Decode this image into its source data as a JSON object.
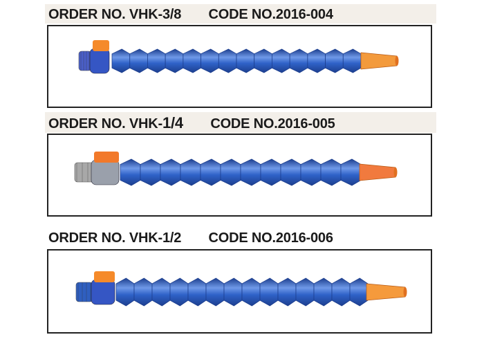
{
  "items": [
    {
      "order_label": "ORDER NO. VHK-",
      "order_size": "3/8",
      "code": "CODE NO.2016-004",
      "fitting_color": "#4a5fc8",
      "valve_color": "#f58a2a",
      "nozzle_color": "#f39a3c",
      "segments": 14
    },
    {
      "order_label": "ORDER NO. VHK-",
      "order_size": "1/4",
      "code": "CODE NO.2016-005",
      "fitting_color": "#a8a8a8",
      "valve_color": "#f2792a",
      "nozzle_color": "#f17a3e",
      "segments": 12
    },
    {
      "order_label": "ORDER NO. VHK-",
      "order_size": "1/2",
      "code": "CODE NO.2016-006",
      "fitting_color": "#2f5fc0",
      "valve_color": "#f58a2a",
      "nozzle_color": "#f59a3c",
      "segments": 14
    }
  ],
  "hose_color": "#2f62c8",
  "hose_highlight": "#6f99e8",
  "hose_shadow": "#1d3f8f"
}
